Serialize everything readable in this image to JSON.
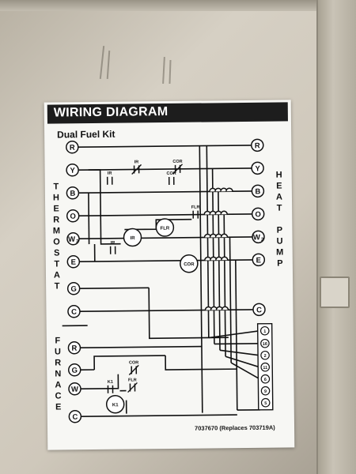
{
  "label": {
    "title": "WIRING DIAGRAM",
    "subtitle": "Dual Fuel Kit",
    "part_number": "7037670 (Replaces 703719A)"
  },
  "groups": {
    "thermostat": "THERMOSTAT",
    "heat_pump": "HEAT PUMP",
    "furnace": "FURNACE"
  },
  "thermostat_terminals": [
    "R",
    "Y",
    "B",
    "O",
    "W2",
    "E",
    "G",
    "C"
  ],
  "heat_pump_terminals": [
    "R",
    "Y",
    "B",
    "O",
    "W2",
    "E",
    "C"
  ],
  "furnace_terminals": [
    "R",
    "G",
    "W",
    "C"
  ],
  "terminal_block": [
    "1",
    "16",
    "2",
    "11",
    "6",
    "9",
    "5"
  ],
  "components": {
    "ir_contact_1": "IR",
    "ir_contact_2": "IR",
    "ir_contact_3": "IR",
    "cor_contact_1": "COR",
    "cor_contact_2": "COR",
    "cor_contact_3": "COR",
    "flr_contact_1": "FLR",
    "flr_contact_2": "FLR",
    "k1_contact": "K1",
    "ir_coil": "IR",
    "flr_coil": "FLR",
    "cor_coil": "COR",
    "k1_coil": "K1"
  },
  "colors": {
    "ink": "#111111",
    "label_bg": "#f7f7f4",
    "title_bar": "#1d1d1d",
    "panel": "#cfc8bb"
  }
}
